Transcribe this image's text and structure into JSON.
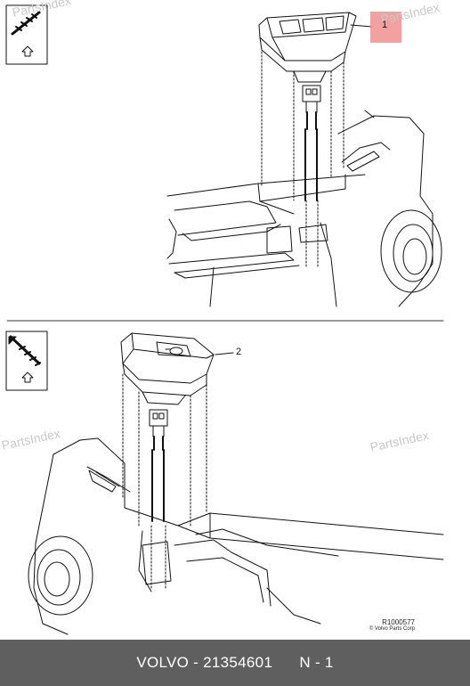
{
  "watermarks": [
    "PartsIndex",
    "PartsIndex",
    "PartsIndex",
    "PartsIndex"
  ],
  "callouts": {
    "top": "1",
    "bottom": "2"
  },
  "reference": {
    "code": "R1000577",
    "copyright": "© Volvo Parts Corp"
  },
  "highlight": {
    "color": "#f08f8f"
  },
  "footer": {
    "brand": "VOLVO",
    "separator": " - ",
    "part_number": "21354601",
    "position": "N - 1",
    "background": "#5f5f5f"
  }
}
